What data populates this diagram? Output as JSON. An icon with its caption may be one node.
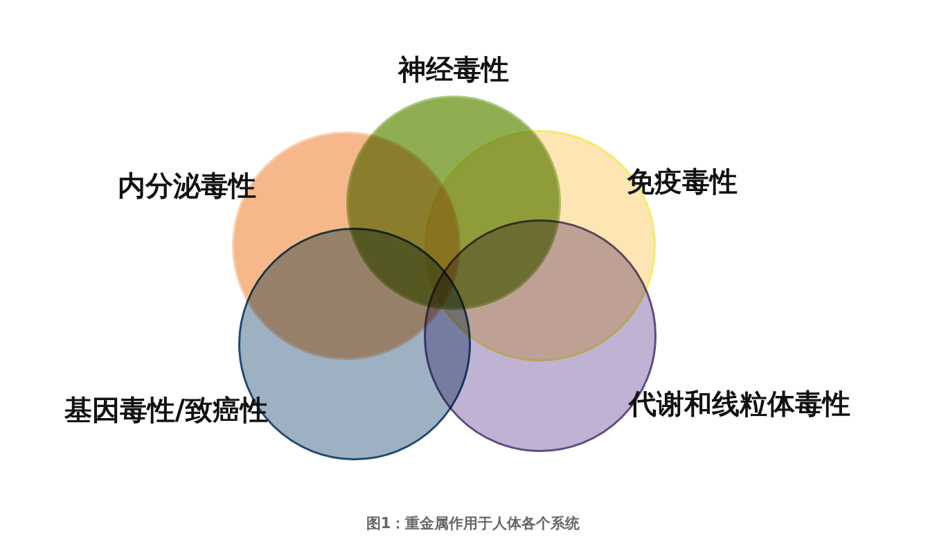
{
  "diagram": {
    "caption": "图1：重金属作用于人体各个系统",
    "nodes": [
      {
        "text": [
          "神经毒性"
        ]
      },
      {
        "text": [
          "内分泌毒性"
        ]
      },
      {
        "text": [
          "免疫毒性"
        ]
      },
      {
        "text": [
          "基因毒性/致癌性"
        ]
      },
      {
        "text": [
          "代谢和线粒体毒性"
        ]
      }
    ]
  }
}
